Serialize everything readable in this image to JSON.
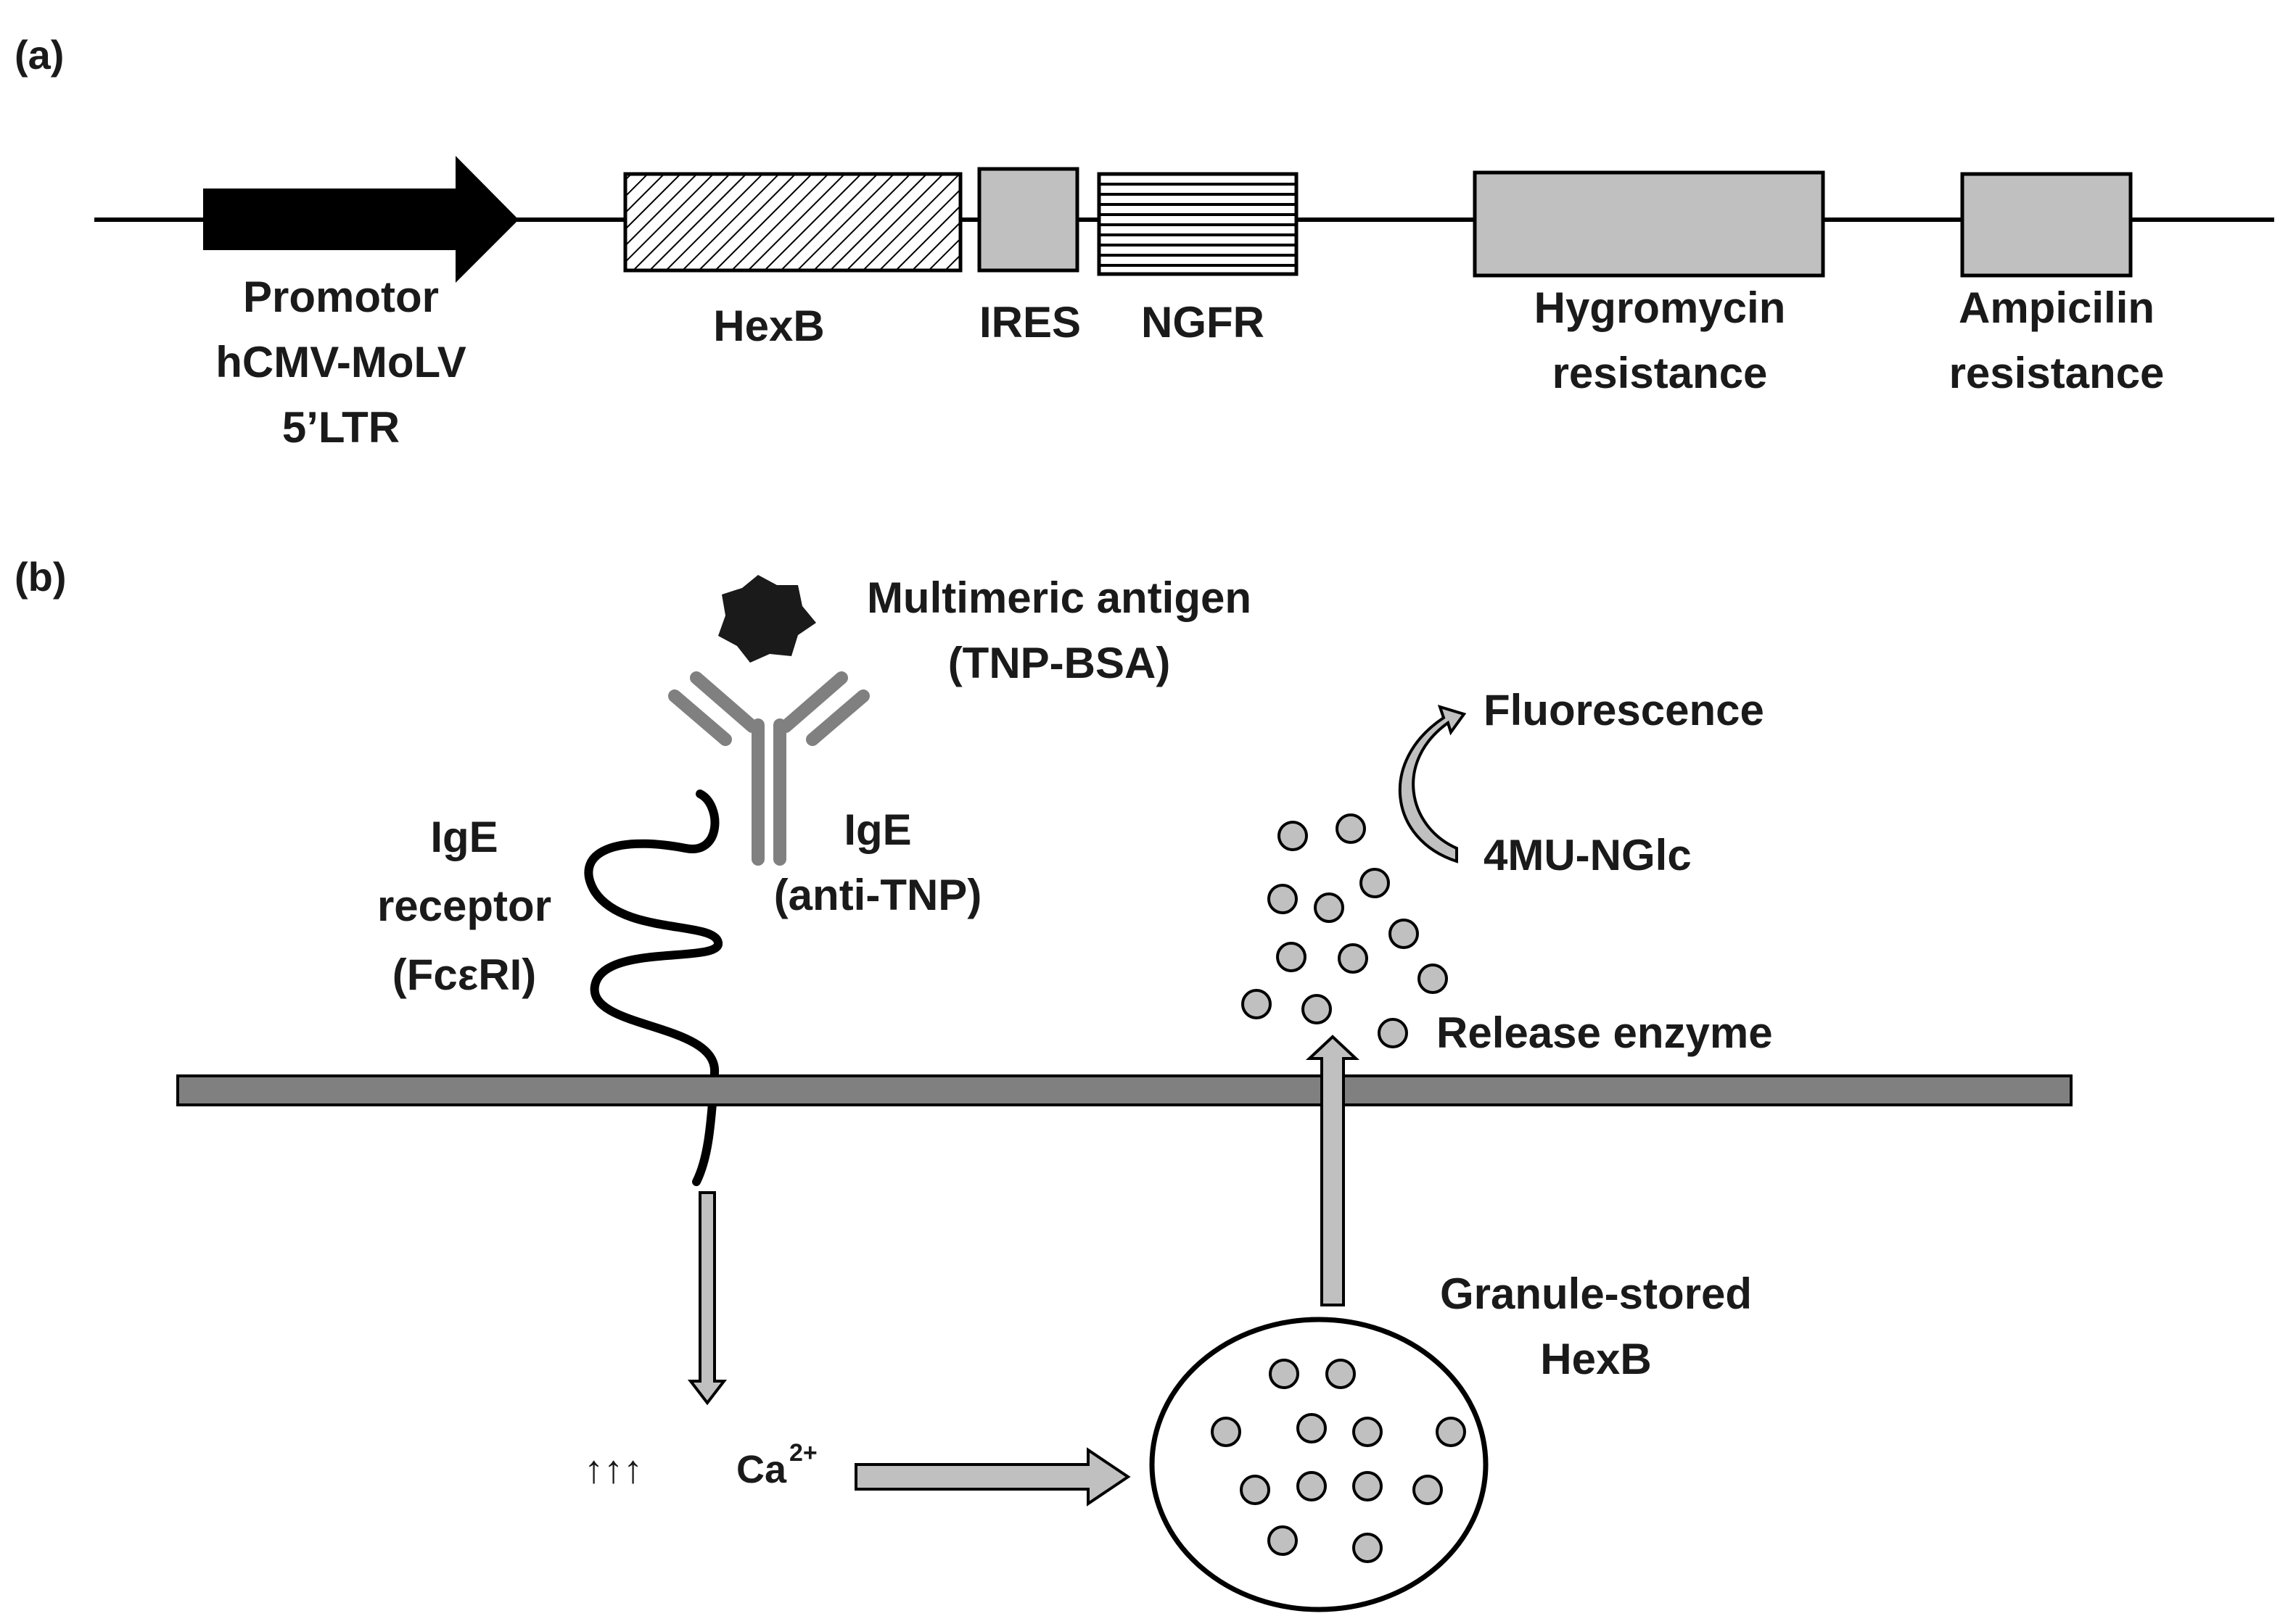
{
  "panel_a": {
    "label": "(a)",
    "promotor": [
      "Promotor",
      "hCMV-MoLV",
      "5’LTR"
    ],
    "hexb": "HexB",
    "ires": "IRES",
    "ngfr": "NGFR",
    "hygromycin": [
      "Hygromycin",
      "resistance"
    ],
    "ampicilin": [
      "Ampicilin",
      "resistance"
    ]
  },
  "panel_b": {
    "label": "(b)",
    "antigen": [
      "Multimeric antigen",
      "(TNP-BSA)"
    ],
    "ige": [
      "IgE",
      "(anti-TNP)"
    ],
    "receptor": [
      "IgE",
      "receptor",
      "(FcεRI)"
    ],
    "fluorescence": "Fluorescence",
    "substrate": "4MU-NGlc",
    "release": "Release enzyme",
    "granule": [
      "Granule-stored",
      "HexB"
    ],
    "calcium": {
      "arrows": "↑↑↑",
      "ion": "Ca",
      "charge": "2+"
    }
  },
  "colors": {
    "ink": "#000000",
    "gray_fill": "#c0c0c0",
    "membrane": "#808080",
    "antibody": "#808080"
  }
}
